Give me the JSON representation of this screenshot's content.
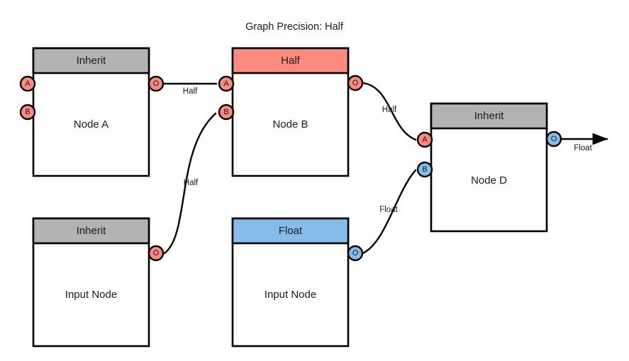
{
  "title": "Graph Precision: Half",
  "colors": {
    "inherit_header": "#b3b3b3",
    "half_header": "#fd8a7e",
    "float_header": "#85bce8",
    "half_port": "#fd8a7e",
    "float_port": "#85bce8",
    "node_fill": "#ffffff",
    "stroke": "#000000",
    "background": "#ffffff"
  },
  "nodes": {
    "node_a": {
      "header": "Inherit",
      "label": "Node A",
      "ports_in": [
        {
          "letter": "A",
          "type": "half"
        },
        {
          "letter": "B",
          "type": "half"
        }
      ],
      "ports_out": [
        {
          "letter": "O",
          "type": "half"
        }
      ]
    },
    "node_b": {
      "header": "Half",
      "label": "Node B",
      "ports_in": [
        {
          "letter": "A",
          "type": "half"
        },
        {
          "letter": "B",
          "type": "half"
        }
      ],
      "ports_out": [
        {
          "letter": "O",
          "type": "half"
        }
      ]
    },
    "node_d": {
      "header": "Inherit",
      "label": "Node D",
      "ports_in": [
        {
          "letter": "A",
          "type": "half"
        },
        {
          "letter": "B",
          "type": "float"
        }
      ],
      "ports_out": [
        {
          "letter": "O",
          "type": "float"
        }
      ]
    },
    "input_node_left": {
      "header": "Inherit",
      "label": "Input Node",
      "ports_in": [],
      "ports_out": [
        {
          "letter": "O",
          "type": "half"
        }
      ]
    },
    "input_node_mid": {
      "header": "Float",
      "label": "Input Node",
      "ports_in": [],
      "ports_out": [
        {
          "letter": "O",
          "type": "float"
        }
      ]
    }
  },
  "edges": [
    {
      "id": "a-to-b",
      "label": "Half",
      "from": "node_a.O",
      "to": "node_b.A"
    },
    {
      "id": "inleft-to-b",
      "label": "Half",
      "from": "input_node_left.O",
      "to": "node_b.B"
    },
    {
      "id": "b-to-d",
      "label": "Half",
      "from": "node_b.O",
      "to": "node_d.A"
    },
    {
      "id": "inmid-to-d",
      "label": "Float",
      "from": "input_node_mid.O",
      "to": "node_d.B"
    },
    {
      "id": "d-output",
      "label": "Float",
      "from": "node_d.O",
      "to": "output-arrow"
    }
  ]
}
